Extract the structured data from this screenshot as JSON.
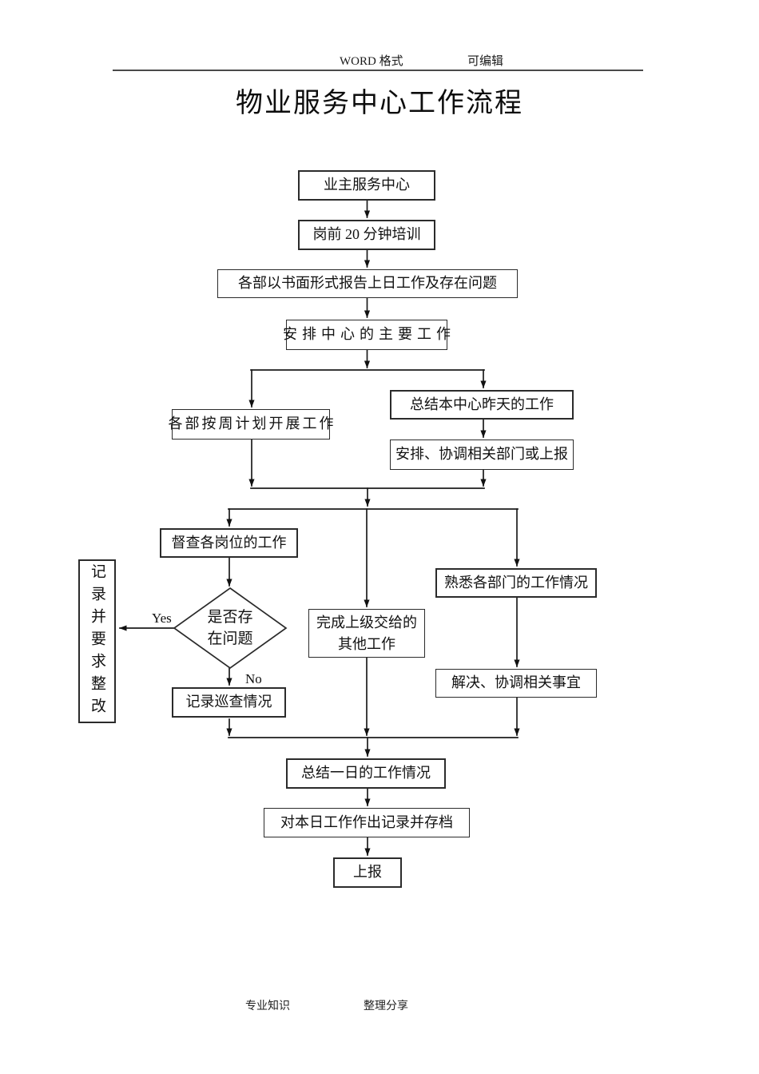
{
  "header": {
    "format_label": "WORD 格式",
    "editable_label": "可编辑"
  },
  "title": "物业服务中心工作流程",
  "flowchart": {
    "nodes": {
      "owner_service_center": "业主服务中心",
      "pre_shift_training": "岗前 20 分钟培训",
      "written_report": "各部以书面形式报告上日工作及存在问题",
      "arrange_main_work": "安排中心的主要工作",
      "weekly_plan_work": "各部按周计划开展工作",
      "summarize_yesterday": "总结本中心昨天的工作",
      "coordinate_departments": "安排、协调相关部门或上报",
      "supervise_posts": "督查各岗位的工作",
      "record_and_rectify": "记录并要求整改",
      "problem_decision": {
        "line1": "是否存",
        "line2": "在问题"
      },
      "record_inspection": "记录巡查情况",
      "complete_other_work": {
        "line1": "完成上级交给的",
        "line2": "其他工作"
      },
      "familiar_departments": "熟悉各部门的工作情况",
      "resolve_coordinate": "解决、协调相关事宜",
      "summarize_day": "总结一日的工作情况",
      "record_archive": "对本日工作作出记录并存档",
      "report_up": "上报"
    },
    "edge_labels": {
      "yes": "Yes",
      "no": "No"
    }
  },
  "footer": {
    "left": "专业知识",
    "right": "整理分享"
  }
}
